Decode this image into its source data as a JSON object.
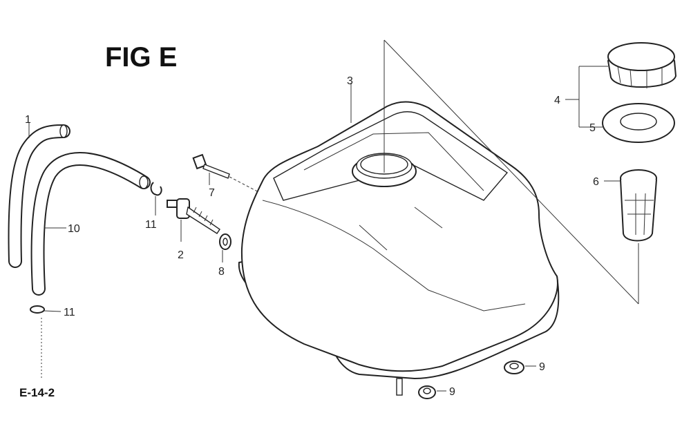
{
  "title": "FIG E",
  "reference": "E-14-2",
  "callouts": [
    "1",
    "2",
    "3",
    "4",
    "5",
    "6",
    "7",
    "8",
    "9",
    "9",
    "10",
    "11",
    "11"
  ]
}
